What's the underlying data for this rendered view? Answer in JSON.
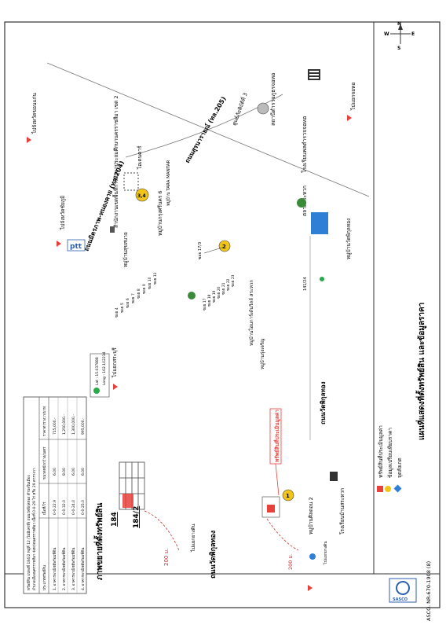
{
  "document": {
    "title": "แผนที่แสดงที่ตั้งทรัพย์สิน และข้อมูลราคา",
    "doc_code": "ASCO. NR-670-1908 (8)",
    "company": "SASCO"
  },
  "legend": {
    "items": [
      {
        "label": "ทรัพย์สินที่ประเมินมูลค่า",
        "color": "#e8403a"
      },
      {
        "label": "ข้อมูลเปรียบเทียบราคา",
        "color": "#f2c418"
      },
      {
        "label": "จุดสังเกต",
        "color": "#2f7fd6"
      }
    ]
  },
  "compass": {
    "n": "N",
    "s": "S",
    "e": "E",
    "w": "W"
  },
  "coords": {
    "lat": "Lat : 15.037888",
    "long": "Long : 102.102214"
  },
  "price_table": {
    "note_lines": [
      "ทรัพย์สิน แปลงที่ 184/2 หมู่ที่ 12 (ไม่มีเลขที่) ถนนวัดพิกุลทอง ตำบลในเมือง",
      "อำเภอเมืองนครราชสีมา จังหวัดนครราชสีมา เนื้อที่ 0-0-29 ไร่ หรือ 29 ตารางวา"
    ],
    "headers": [
      "ประเภททรัพย์สิน",
      "เนื้อที่/ไร่",
      "ขนาดหน้ากว้าง/เมตร",
      "ราคาตารางวา/บาท"
    ],
    "rows": [
      [
        "1. อาคารพาณิชย์พร้อมที่ดิน",
        "0-0-22.9",
        "6.00",
        "715,000.-"
      ],
      [
        "2. อาคารพาณิชย์พร้อมที่ดิน",
        "0-0-32.0",
        "8.00",
        "1,250,000.-"
      ],
      [
        "3. อาคารพาณิชย์พร้อมที่ดิน",
        "0-0-24.0",
        "6.00",
        "1,300,000.-"
      ],
      [
        "4. อาคารพาณิชย์พร้อมที่ดิน",
        "0-0-25.0",
        "6.00",
        "995,000.-"
      ]
    ]
  },
  "detail_map": {
    "title": "ภาพขยายที่ตั้งทรัพย์สิน",
    "parcel_184": "184",
    "parcel_1842": "184/2",
    "distance": "200 ม.",
    "road": "ถนนวัดพิกุลทอง",
    "to_label": "ไปแยกยางดิน",
    "land_label": "ทรัพย์สินที่ประเมินมูลค่า"
  },
  "roads": {
    "main_road_204": "ถนนมิตรภาพ-หนองคาย (ทล.204)",
    "road_205": "ถนนสุรนารายณ์ (ทล.205)",
    "wat_road": "ถนนวัดพิกุลทอง",
    "soi_label": "ซอย 17/3",
    "soi_19": "ซอย 19"
  },
  "places": {
    "ptt": "ptt",
    "to_chaiyaphum": "ไปจังหวัดชัยภูมิ",
    "to_khonkaen": "ไปจังหวัดขอนแก่น",
    "office": "สำนักงานเขตพื้นที่การศึกษาประถมศึกษานครราชสีมา เขต 2",
    "rimping": "ไอเดนคาร์",
    "village_nongsai": "หมู่บ้านสุขสบาย",
    "village_6": "หมู่บ้านกรุงศรีนคร 6",
    "tara": "หมู่บ้าน TARA MANTAR",
    "station": "สถานีตำรวจภูธรจอหอ",
    "school_top": "โรงเรียนพลตำรวจจอหอ",
    "to_jorho": "ไปแยกจอหอ",
    "post_note": "ศูนย์ภัยพิบัติที่ 3",
    "village_rai": "หมู่บ้านโฮมการ์เด้นวิลล์ สระหวก",
    "market": "ตลาดสระหวก",
    "village_phikun": "หมู่บ้านวัดพิกุลทอง",
    "village_sub": "หมู่บ้านรุ่งเจริญ",
    "village_home2": "หมู่บ้านศิลดอน 2",
    "school_bottom": "โรงเรียนบ้านสระหวก",
    "to_saraburi": "ไปแยกสระบุรี",
    "road_sign": "141/24",
    "distance2": "200 ม.",
    "to_yangdin": "ไปแยกยางดิน"
  },
  "markers": [
    "1",
    "2",
    "3,4"
  ],
  "soi_list": [
    "ซอย 4",
    "ซอย 5",
    "ซอย 6",
    "ซอย 7",
    "ซอย 8",
    "ซอย 9",
    "ซอย 10",
    "ซอย 11"
  ],
  "soi_list2": [
    "ซอย 17",
    "ซอย 18",
    "ซอย 19",
    "ซอย 20",
    "ซอย 21",
    "ซอย 22",
    "ซอย 23"
  ]
}
